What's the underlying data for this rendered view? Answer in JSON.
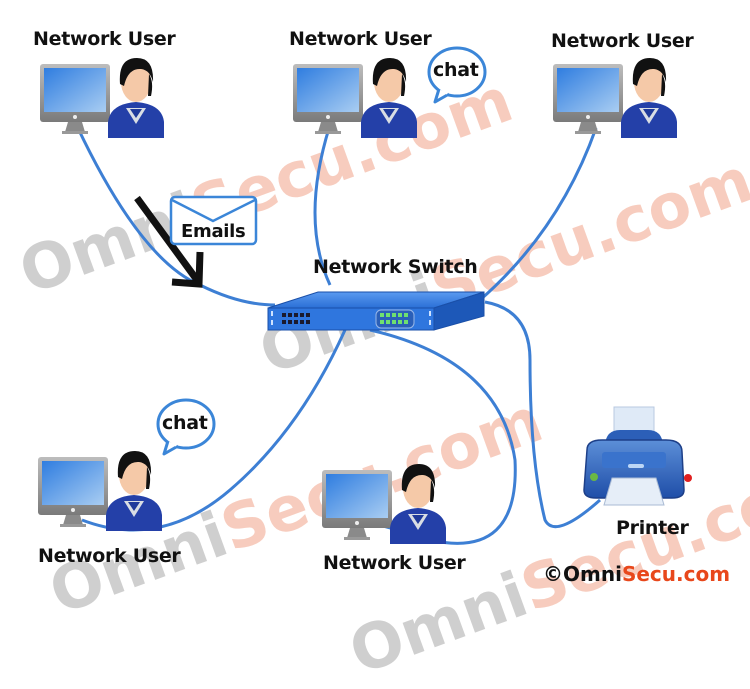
{
  "diagram": {
    "title": "Network Switch LAN",
    "nodes": {
      "user_top_left": {
        "label": "Network User"
      },
      "user_top_center": {
        "label": "Network User",
        "bubble": "chat"
      },
      "user_top_right": {
        "label": "Network User"
      },
      "user_bottom_left": {
        "label": "Network User",
        "bubble": "chat"
      },
      "user_bottom_center": {
        "label": "Network User"
      },
      "switch": {
        "label": "Network Switch"
      },
      "printer": {
        "label": "Printer"
      }
    },
    "annotations": {
      "email_label": "Emails"
    },
    "edges": [
      {
        "from": "user_top_left",
        "to": "switch"
      },
      {
        "from": "user_top_center",
        "to": "switch"
      },
      {
        "from": "user_top_right",
        "to": "switch"
      },
      {
        "from": "user_bottom_left",
        "to": "switch"
      },
      {
        "from": "user_bottom_center",
        "to": "switch"
      },
      {
        "from": "printer",
        "to": "switch"
      }
    ],
    "watermark": {
      "part1": "Omni",
      "part2": "Secu.com"
    },
    "copyright": {
      "symbol": "©",
      "brand1": "Omni",
      "brand2": "Secu.com"
    },
    "colors": {
      "cable": "#3d7fd4",
      "switch_body": "#2a6fd6",
      "bubble_border": "#3b86d8",
      "watermark_gray": "#a9a9a9",
      "watermark_orange": "#f2a48a",
      "brand_orange": "#e8471b"
    }
  }
}
